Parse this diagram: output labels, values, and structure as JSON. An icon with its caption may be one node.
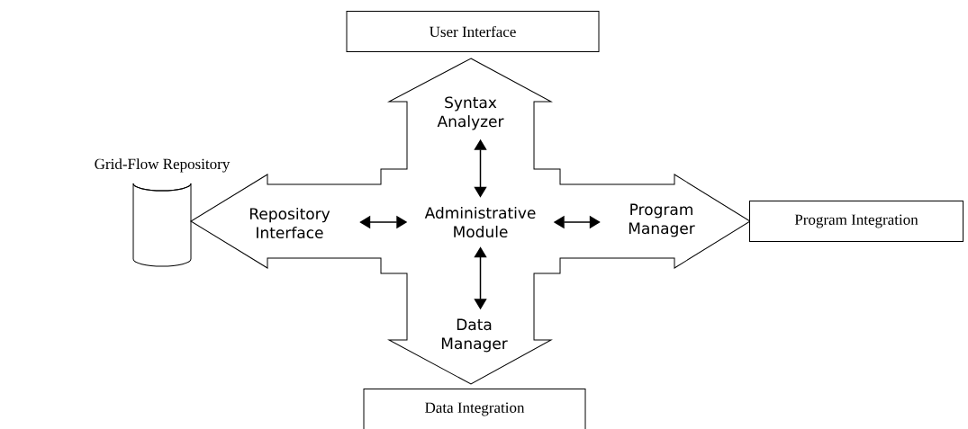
{
  "diagram": {
    "nodes": [
      {
        "text": [
          "User Interface"
        ]
      },
      {
        "text": [
          "Grid-Flow Repository"
        ]
      },
      {
        "text": [],
        "shape": "cross"
      },
      {
        "text": [
          "Syntax Analyzer"
        ],
        "in": 2
      },
      {
        "text": [
          "Repository Interface"
        ],
        "in": 2
      },
      {
        "text": [
          "Administrative Module"
        ],
        "in": 2
      },
      {
        "text": [
          "Program Manager"
        ],
        "in": 2
      },
      {
        "text": [
          "Data Manager"
        ],
        "in": 2
      },
      {
        "text": [
          "Program Integration"
        ]
      },
      {
        "text": [
          "Data Integration"
        ]
      }
    ],
    "edges": [
      {
        "from": 5,
        "to": 3,
        "arrow": "both"
      },
      {
        "from": 5,
        "to": 4,
        "arrow": "both"
      },
      {
        "from": 5,
        "to": 6,
        "arrow": "both"
      },
      {
        "from": 5,
        "to": 7,
        "arrow": "both"
      }
    ]
  }
}
